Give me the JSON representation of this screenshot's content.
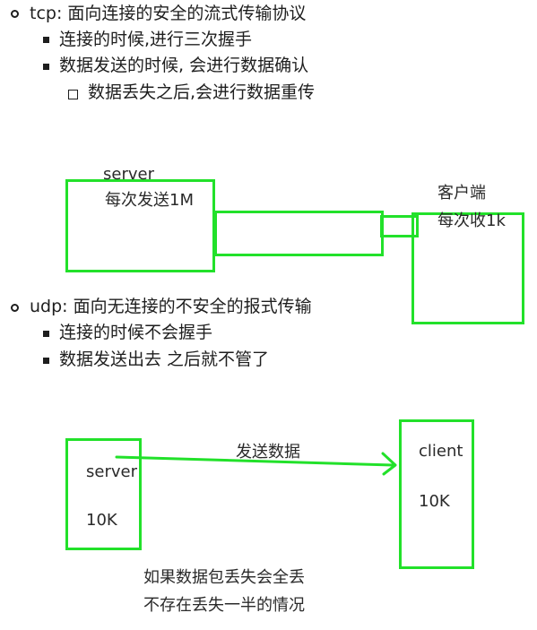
{
  "tcp": {
    "title": "tcp: 面向连接的安全的流式传输协议",
    "bullets": [
      "连接的时候,进行三次握手",
      "数据发送的时候, 会进行数据确认"
    ],
    "sub_bullet": "数据丢失之后,会进行数据重传"
  },
  "tcp_diagram": {
    "server_label": "server",
    "server_note": "每次发送1M",
    "client_label": "客户端",
    "client_note": "每次收1k"
  },
  "udp": {
    "title": "udp: 面向无连接的不安全的报式传输",
    "bullets": [
      "连接的时候不会握手",
      "数据发送出去 之后就不管了"
    ]
  },
  "udp_diagram": {
    "server_label": "server",
    "server_size": "10K",
    "arrow_label": "发送数据",
    "client_label": "client",
    "client_size": "10K",
    "note_line1": "如果数据包丢失会全丢",
    "note_line2": "不存在丢失一半的情况"
  },
  "colors": {
    "ink": "#1e1e1e",
    "drawing": "#22e12a"
  }
}
